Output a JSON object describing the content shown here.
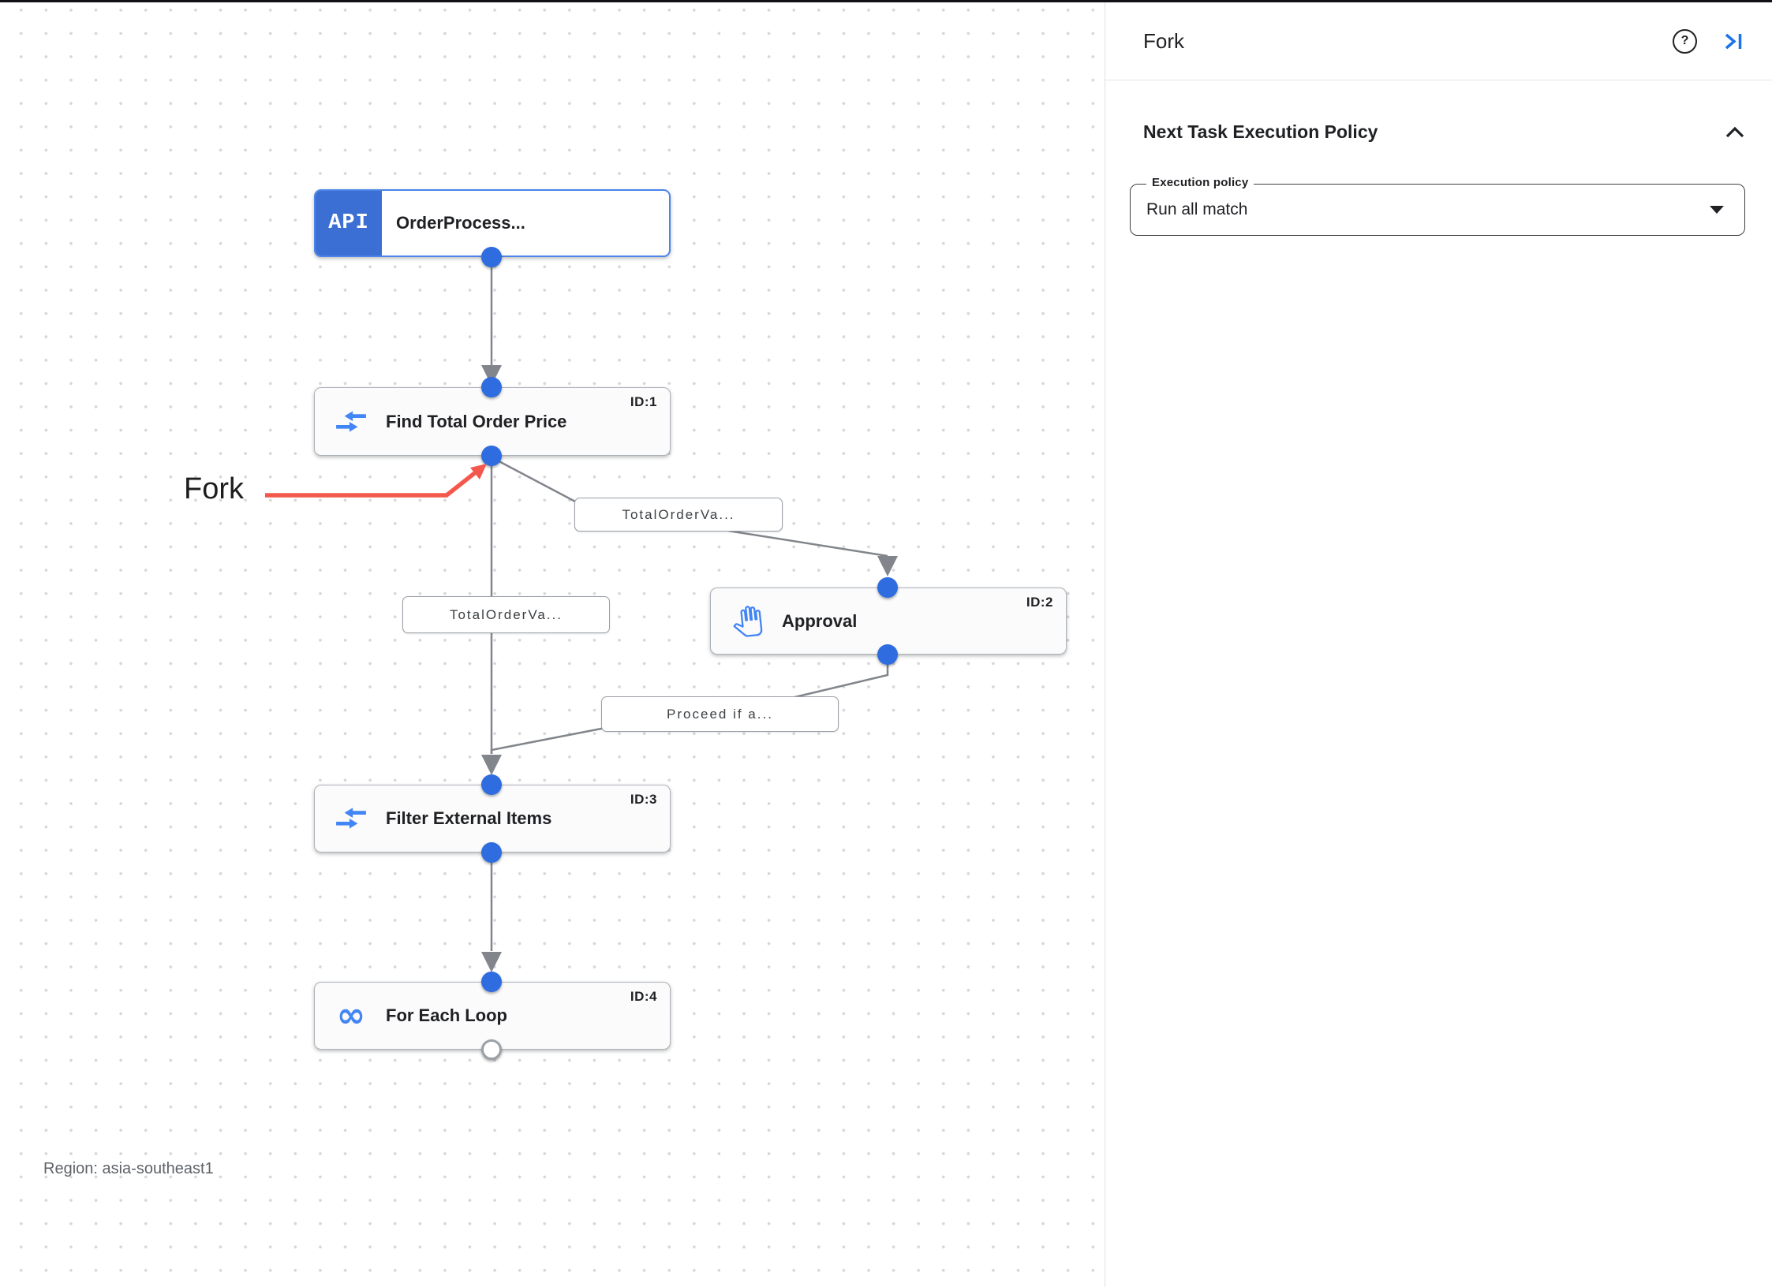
{
  "canvas": {
    "region_label": "Region: asia-southeast1",
    "annotation_label": "Fork",
    "nodes": [
      {
        "title": "OrderProcess...",
        "badge": "API",
        "id_label": ""
      },
      {
        "title": "Find Total Order Price",
        "id_label": "ID:1"
      },
      {
        "title": "Approval",
        "id_label": "ID:2"
      },
      {
        "title": "Filter External Items",
        "id_label": "ID:3"
      },
      {
        "title": "For Each Loop",
        "id_label": "ID:4",
        "icon_char": "∞"
      }
    ],
    "edge_labels": [
      {
        "text": "TotalOrderVa..."
      },
      {
        "text": "TotalOrderVa..."
      },
      {
        "text": "Proceed if a..."
      }
    ]
  },
  "panel": {
    "title": "Fork",
    "help_glyph": "?",
    "section_title": "Next Task Execution Policy",
    "field_label": "Execution policy",
    "field_value": "Run all match"
  },
  "colors": {
    "accent_blue": "#4285f4",
    "connector_blue": "#2e6ce0",
    "trigger_badge_blue": "#3b6fd3",
    "edge_gray": "#82868c",
    "annotation_red": "#f4584c",
    "panel_link_blue": "#1a73e8"
  }
}
